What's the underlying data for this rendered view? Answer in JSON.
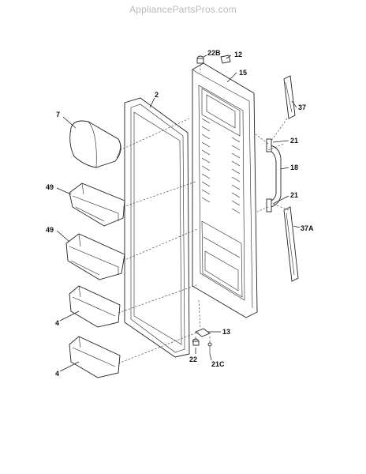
{
  "watermark": "AppliancePartsPros.com",
  "callouts": {
    "c2": "2",
    "c4a": "4",
    "c4b": "4",
    "c7": "7",
    "c12": "12",
    "c13": "13",
    "c15": "15",
    "c18": "18",
    "c21a": "21",
    "c21b": "21",
    "c21c": "21C",
    "c22": "22",
    "c22b": "22B",
    "c37": "37",
    "c37a": "37A",
    "c49a": "49",
    "c49b": "49"
  }
}
